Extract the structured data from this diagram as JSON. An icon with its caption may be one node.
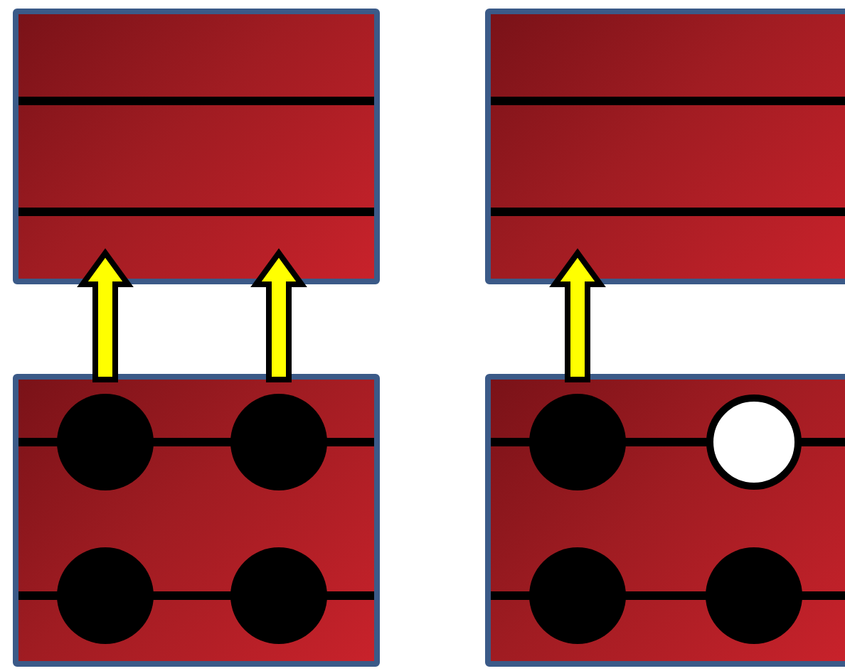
{
  "diagram": {
    "nodes": [
      {
        "text": [],
        "shape": "box"
      },
      {
        "text": [],
        "shape": "box"
      },
      {
        "text": [],
        "shape": "box"
      },
      {
        "text": [],
        "shape": "box"
      }
    ],
    "edges": [
      {
        "from": 2,
        "to": 0,
        "arrow": "to"
      },
      {
        "from": 2,
        "to": 0,
        "arrow": "to"
      },
      {
        "from": 3,
        "to": 1,
        "arrow": "to"
      }
    ]
  }
}
